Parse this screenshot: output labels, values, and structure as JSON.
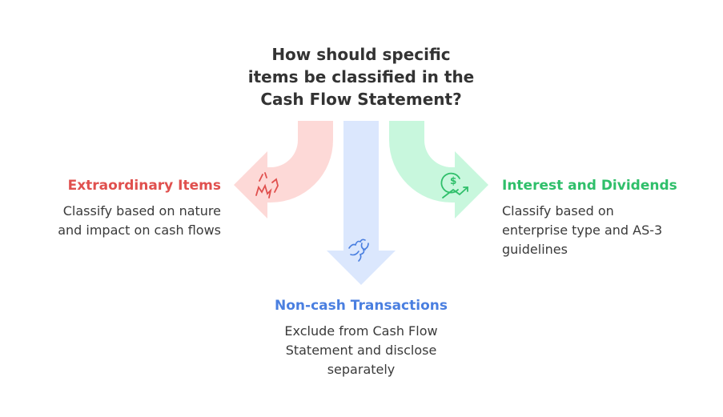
{
  "title": [
    "How should specific",
    "items be classified in the",
    "Cash Flow Statement?"
  ],
  "branches": {
    "left": {
      "heading": "Extraordinary Items",
      "lines": [
        "Classify based on nature",
        "and impact on cash flows"
      ],
      "icon": "explosion-icon",
      "color": "#e0504e",
      "fill": "#fdd9d7"
    },
    "bottom": {
      "heading": "Non-cash Transactions",
      "lines": [
        "Exclude from Cash Flow",
        "Statement and disclose",
        "separately"
      ],
      "icon": "handshake-icon",
      "color": "#4a7fe0",
      "fill": "#dbe7fd"
    },
    "right": {
      "heading": "Interest and Dividends",
      "lines": [
        "Classify based on",
        "enterprise type and AS-3",
        "guidelines"
      ],
      "icon": "dollar-growth-icon",
      "color": "#2fbf6a",
      "fill": "#c8f7dd"
    }
  }
}
